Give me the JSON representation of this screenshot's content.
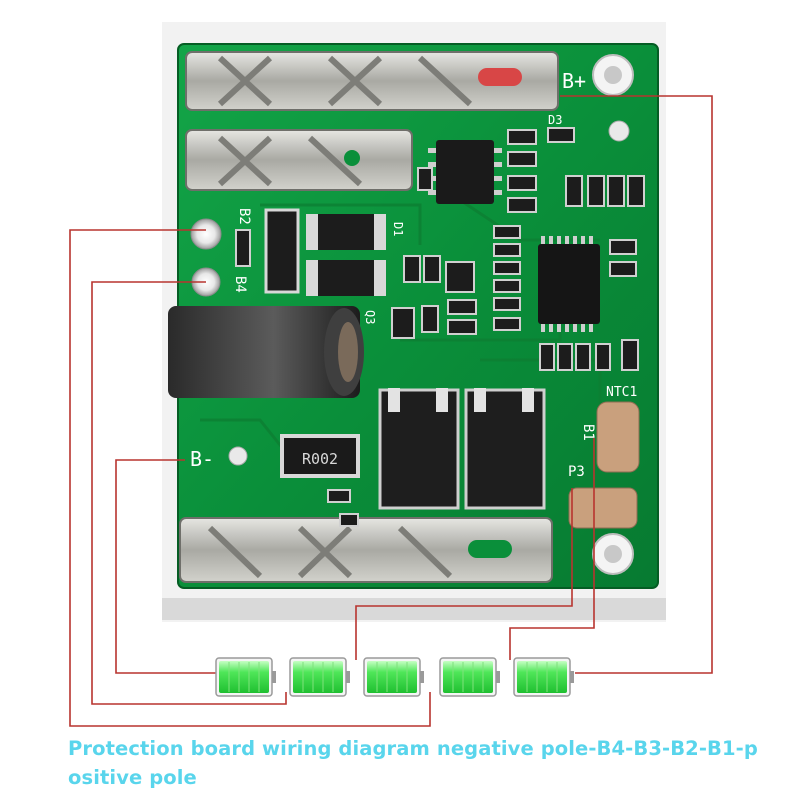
{
  "labels": {
    "b_plus": "B+",
    "b_minus": "B-",
    "b2": "B2",
    "b4": "B4",
    "b1": "B1",
    "p3": "P3",
    "ntc1": "NTC1",
    "d1": "D1",
    "d3": "D3",
    "q3": "Q3",
    "resistor": "R002"
  },
  "battery_cells": [
    {
      "id": "cell-1",
      "charge": 1.0
    },
    {
      "id": "cell-2",
      "charge": 1.0
    },
    {
      "id": "cell-3",
      "charge": 1.0
    },
    {
      "id": "cell-4",
      "charge": 1.0
    },
    {
      "id": "cell-5",
      "charge": 1.0
    }
  ],
  "caption": "Protection board wiring diagram negative pole-B4-B3-B2-B1-positive pole",
  "colors": {
    "pcb": "#0a8f3a",
    "pcb_dark": "#066b2a",
    "wire": "#b8342f",
    "cell": "#39e04a",
    "caption": "#59d5ec"
  }
}
